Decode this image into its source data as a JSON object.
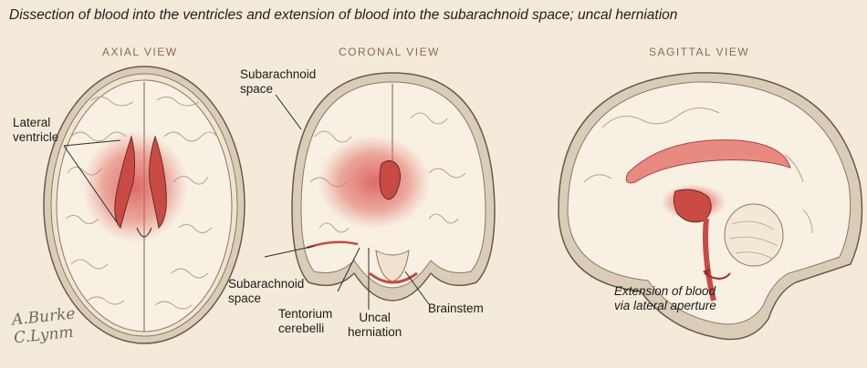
{
  "title": "Dissection of blood into the ventricles and extension of blood into the subarachnoid space; uncal herniation",
  "views": {
    "axial": "AXIAL VIEW",
    "coronal": "CORONAL VIEW",
    "sagittal": "SAGITTAL VIEW"
  },
  "labels": {
    "lateral_ventricle": [
      "Lateral",
      "ventricle"
    ],
    "subarachnoid_space_top": [
      "Subarachnoid",
      "space"
    ],
    "subarachnoid_space_bottom": [
      "Subarachnoid",
      "space"
    ],
    "tentorium_cerebelli": [
      "Tentorium",
      "cerebelli"
    ],
    "uncal_herniation": [
      "Uncal",
      "herniation"
    ],
    "brainstem": "Brainstem",
    "extension_of_blood": [
      "Extension of blood",
      "via lateral aperture"
    ]
  },
  "colors": {
    "background": "#f3ead9",
    "brain": "#f7efe0",
    "skull": "#d9cdb8",
    "blood": "#d9534f",
    "outline": "#5a4a3a",
    "view_label": "#8a6a52"
  }
}
